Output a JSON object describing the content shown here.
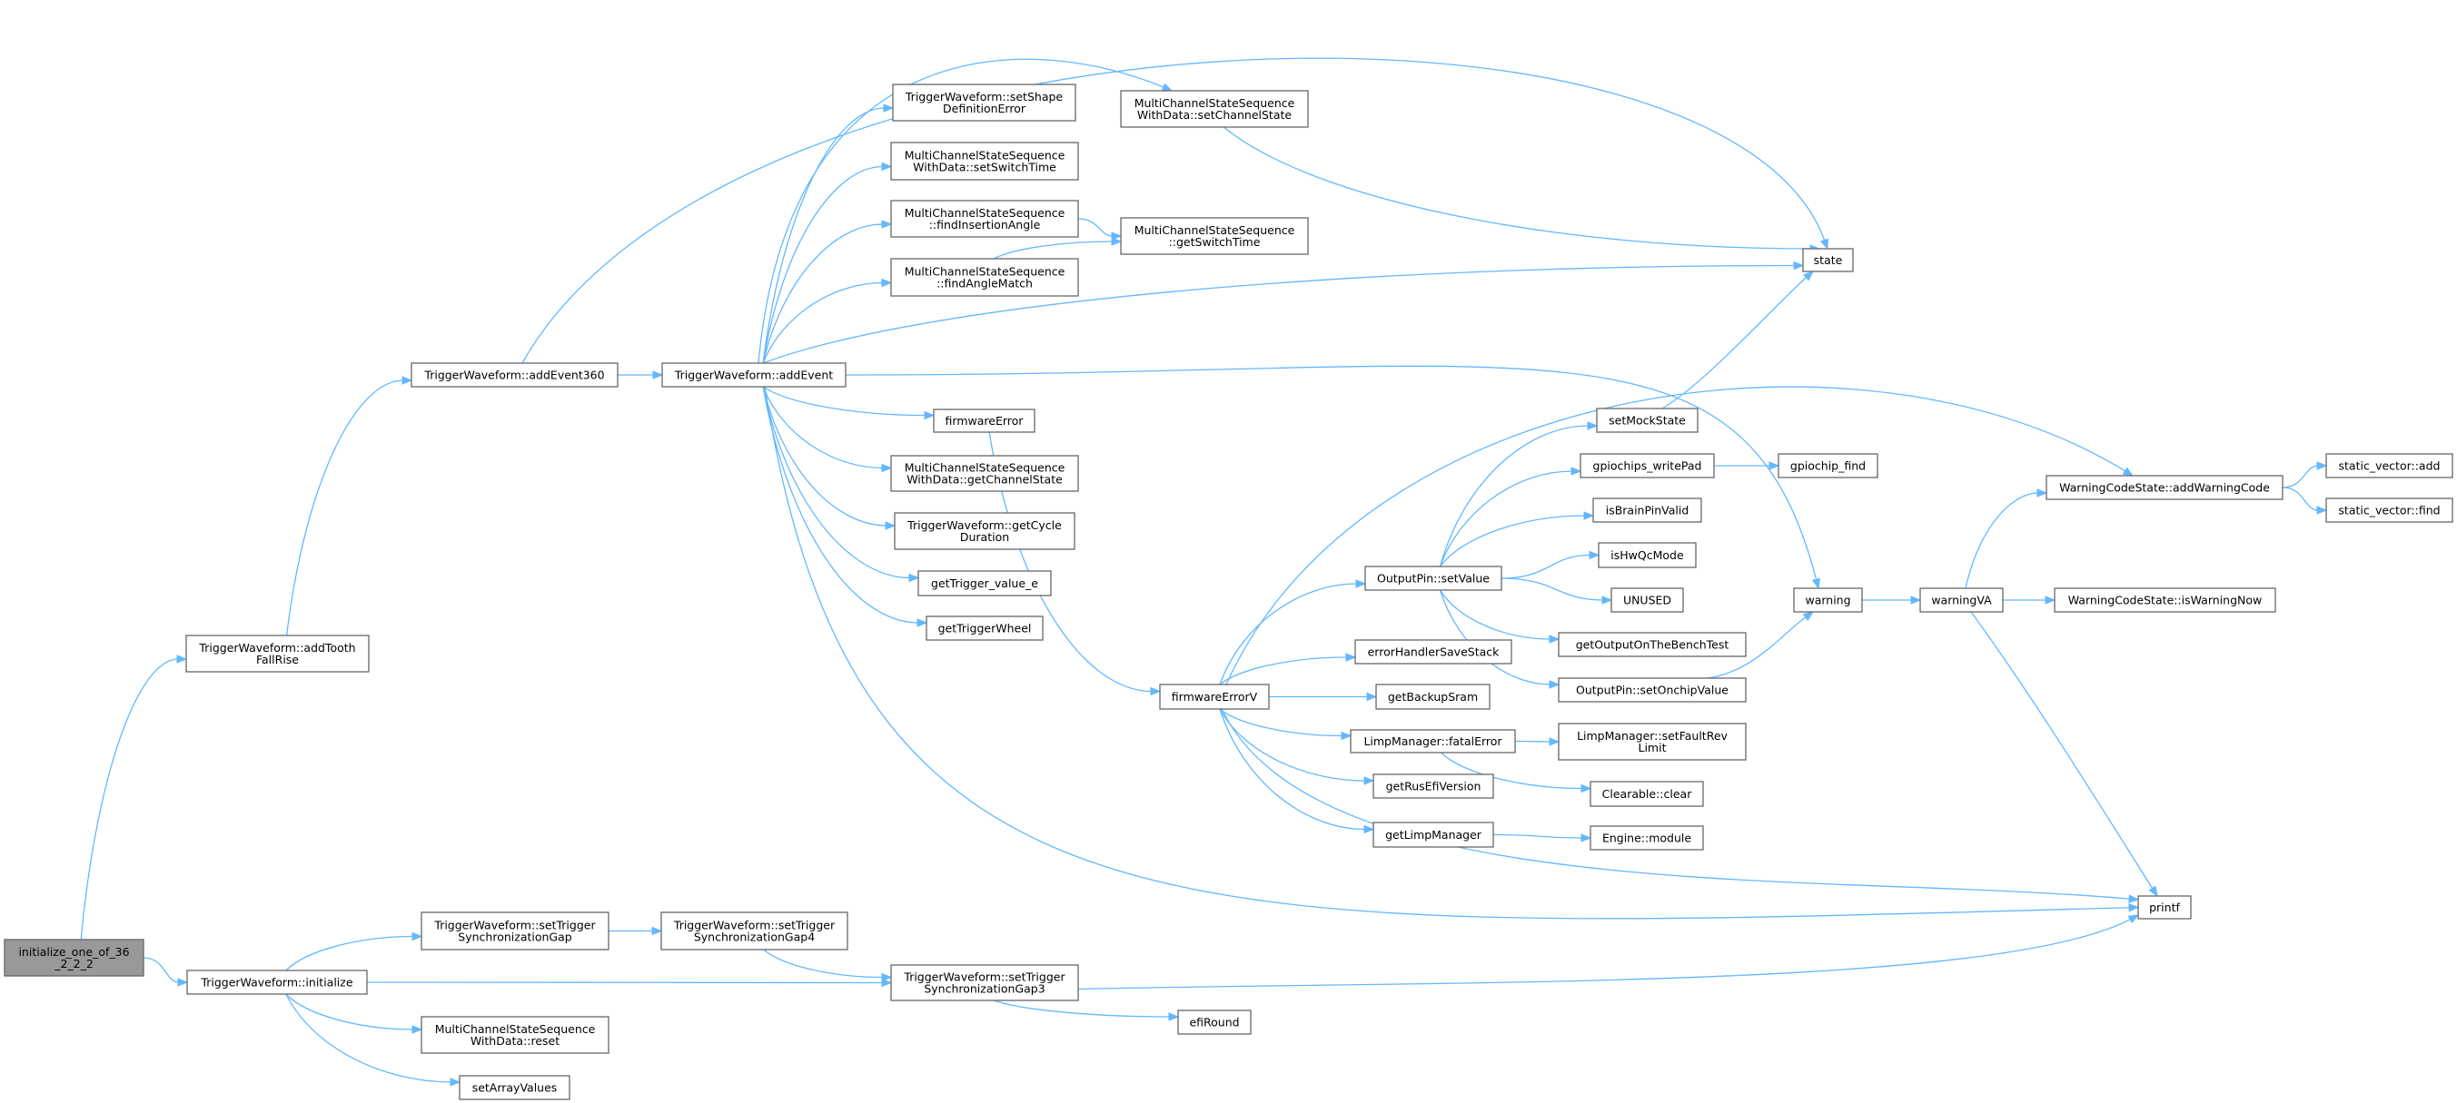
{
  "diagram": {
    "type": "call-graph",
    "colors": {
      "edge": "#63b8ff",
      "node_border": "#666666",
      "root_fill": "#999999"
    },
    "nodes": [
      {
        "id": "init36",
        "lines": [
          "initialize_one_of_36",
          "_2_2_2"
        ]
      },
      {
        "id": "addToothFallRise",
        "lines": [
          "TriggerWaveform::addTooth",
          "FallRise"
        ]
      },
      {
        "id": "addEvent360",
        "lines": [
          "TriggerWaveform::addEvent360"
        ]
      },
      {
        "id": "addEvent",
        "lines": [
          "TriggerWaveform::addEvent"
        ]
      },
      {
        "id": "initialize",
        "lines": [
          "TriggerWaveform::initialize"
        ]
      },
      {
        "id": "syncGap",
        "lines": [
          "TriggerWaveform::setTrigger",
          "SynchronizationGap"
        ]
      },
      {
        "id": "syncGap4",
        "lines": [
          "TriggerWaveform::setTrigger",
          "SynchronizationGap4"
        ]
      },
      {
        "id": "reset",
        "lines": [
          "MultiChannelStateSequence",
          "WithData::reset"
        ]
      },
      {
        "id": "setArrayValues",
        "lines": [
          "setArrayValues"
        ]
      },
      {
        "id": "setShapeDefErr",
        "lines": [
          "TriggerWaveform::setShape",
          "DefinitionError"
        ]
      },
      {
        "id": "setSwitchTime",
        "lines": [
          "MultiChannelStateSequence",
          "WithData::setSwitchTime"
        ]
      },
      {
        "id": "findInsertionAngle",
        "lines": [
          "MultiChannelStateSequence",
          "::findInsertionAngle"
        ]
      },
      {
        "id": "findAngleMatch",
        "lines": [
          "MultiChannelStateSequence",
          "::findAngleMatch"
        ]
      },
      {
        "id": "setChannelState",
        "lines": [
          "MultiChannelStateSequence",
          "WithData::setChannelState"
        ]
      },
      {
        "id": "getSwitchTime",
        "lines": [
          "MultiChannelStateSequence",
          "::getSwitchTime"
        ]
      },
      {
        "id": "firmwareError",
        "lines": [
          "firmwareError"
        ]
      },
      {
        "id": "getChannelState",
        "lines": [
          "MultiChannelStateSequence",
          "WithData::getChannelState"
        ]
      },
      {
        "id": "getCycleDuration",
        "lines": [
          "TriggerWaveform::getCycle",
          "Duration"
        ]
      },
      {
        "id": "getTriggerValueE",
        "lines": [
          "getTrigger_value_e"
        ]
      },
      {
        "id": "getTriggerWheel",
        "lines": [
          "getTriggerWheel"
        ]
      },
      {
        "id": "firmwareErrorV",
        "lines": [
          "firmwareErrorV"
        ]
      },
      {
        "id": "syncGap3",
        "lines": [
          "TriggerWaveform::setTrigger",
          "SynchronizationGap3"
        ]
      },
      {
        "id": "efiRound",
        "lines": [
          "efiRound"
        ]
      },
      {
        "id": "setValue",
        "lines": [
          "OutputPin::setValue"
        ]
      },
      {
        "id": "errorHandlerSaveStack",
        "lines": [
          "errorHandlerSaveStack"
        ]
      },
      {
        "id": "getBackupSram",
        "lines": [
          "getBackupSram"
        ]
      },
      {
        "id": "fatalError",
        "lines": [
          "LimpManager::fatalError"
        ]
      },
      {
        "id": "getRusEfiVersion",
        "lines": [
          "getRusEfiVersion"
        ]
      },
      {
        "id": "getLimpManager",
        "lines": [
          "getLimpManager"
        ]
      },
      {
        "id": "setMockState",
        "lines": [
          "setMockState"
        ]
      },
      {
        "id": "writePad",
        "lines": [
          "gpiochips_writePad"
        ]
      },
      {
        "id": "isBrainPinValid",
        "lines": [
          "isBrainPinValid"
        ]
      },
      {
        "id": "isHwQcMode",
        "lines": [
          "isHwQcMode"
        ]
      },
      {
        "id": "unused",
        "lines": [
          "UNUSED"
        ]
      },
      {
        "id": "benchTest",
        "lines": [
          "getOutputOnTheBenchTest"
        ]
      },
      {
        "id": "setOnchipValue",
        "lines": [
          "OutputPin::setOnchipValue"
        ]
      },
      {
        "id": "setFaultRevLimit",
        "lines": [
          "LimpManager::setFaultRev",
          "Limit"
        ]
      },
      {
        "id": "clear",
        "lines": [
          "Clearable::clear"
        ]
      },
      {
        "id": "engineModule",
        "lines": [
          "Engine::module"
        ]
      },
      {
        "id": "state",
        "lines": [
          "state"
        ]
      },
      {
        "id": "gpiochipFind",
        "lines": [
          "gpiochip_find"
        ]
      },
      {
        "id": "warning",
        "lines": [
          "warning"
        ]
      },
      {
        "id": "warningVA",
        "lines": [
          "warningVA"
        ]
      },
      {
        "id": "isWarningNow",
        "lines": [
          "WarningCodeState::isWarningNow"
        ]
      },
      {
        "id": "addWarningCode",
        "lines": [
          "WarningCodeState::addWarningCode"
        ]
      },
      {
        "id": "svAdd",
        "lines": [
          "static_vector::add"
        ]
      },
      {
        "id": "svFind",
        "lines": [
          "static_vector::find"
        ]
      },
      {
        "id": "printf",
        "lines": [
          "printf"
        ]
      }
    ],
    "edges": [
      [
        "init36",
        "addToothFallRise"
      ],
      [
        "init36",
        "initialize"
      ],
      [
        "addToothFallRise",
        "addEvent360"
      ],
      [
        "addEvent360",
        "addEvent"
      ],
      [
        "addEvent360",
        "state"
      ],
      [
        "addEvent",
        "setShapeDefErr"
      ],
      [
        "addEvent",
        "setSwitchTime"
      ],
      [
        "addEvent",
        "findInsertionAngle"
      ],
      [
        "addEvent",
        "findAngleMatch"
      ],
      [
        "addEvent",
        "setChannelState"
      ],
      [
        "addEvent",
        "state"
      ],
      [
        "addEvent",
        "warning"
      ],
      [
        "addEvent",
        "firmwareError"
      ],
      [
        "addEvent",
        "getChannelState"
      ],
      [
        "addEvent",
        "getCycleDuration"
      ],
      [
        "addEvent",
        "getTriggerValueE"
      ],
      [
        "addEvent",
        "getTriggerWheel"
      ],
      [
        "addEvent",
        "printf"
      ],
      [
        "setChannelState",
        "state"
      ],
      [
        "findInsertionAngle",
        "getSwitchTime"
      ],
      [
        "findAngleMatch",
        "getSwitchTime"
      ],
      [
        "firmwareError",
        "firmwareErrorV"
      ],
      [
        "firmwareErrorV",
        "setValue"
      ],
      [
        "firmwareErrorV",
        "errorHandlerSaveStack"
      ],
      [
        "firmwareErrorV",
        "getBackupSram"
      ],
      [
        "firmwareErrorV",
        "fatalError"
      ],
      [
        "firmwareErrorV",
        "getRusEfiVersion"
      ],
      [
        "firmwareErrorV",
        "getLimpManager"
      ],
      [
        "firmwareErrorV",
        "printf"
      ],
      [
        "firmwareErrorV",
        "addWarningCode"
      ],
      [
        "setValue",
        "setMockState"
      ],
      [
        "setValue",
        "writePad"
      ],
      [
        "setValue",
        "isBrainPinValid"
      ],
      [
        "setValue",
        "isHwQcMode"
      ],
      [
        "setValue",
        "unused"
      ],
      [
        "setValue",
        "benchTest"
      ],
      [
        "setValue",
        "setOnchipValue"
      ],
      [
        "setMockState",
        "state"
      ],
      [
        "writePad",
        "gpiochipFind"
      ],
      [
        "setOnchipValue",
        "warning"
      ],
      [
        "fatalError",
        "setFaultRevLimit"
      ],
      [
        "fatalError",
        "clear"
      ],
      [
        "getLimpManager",
        "engineModule"
      ],
      [
        "warning",
        "warningVA"
      ],
      [
        "warningVA",
        "addWarningCode"
      ],
      [
        "warningVA",
        "isWarningNow"
      ],
      [
        "warningVA",
        "printf"
      ],
      [
        "addWarningCode",
        "svAdd"
      ],
      [
        "addWarningCode",
        "svFind"
      ],
      [
        "initialize",
        "syncGap"
      ],
      [
        "initialize",
        "syncGap3"
      ],
      [
        "initialize",
        "reset"
      ],
      [
        "initialize",
        "setArrayValues"
      ],
      [
        "syncGap",
        "syncGap4"
      ],
      [
        "syncGap4",
        "syncGap3"
      ],
      [
        "syncGap3",
        "printf"
      ],
      [
        "syncGap3",
        "efiRound"
      ]
    ]
  }
}
